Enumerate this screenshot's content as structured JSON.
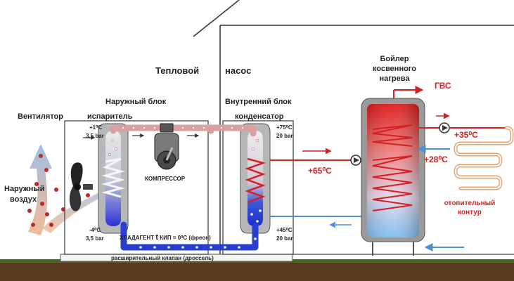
{
  "title_left": "Тепловой",
  "title_right": "насос",
  "outdoor_unit": {
    "title": "Наружный блок",
    "evaporator": "испаритель",
    "top_temp": "+1⁰С",
    "top_pressure": "3,5 bar",
    "bottom_temp": "-4⁰С",
    "bottom_pressure": "3,5 bar"
  },
  "indoor_unit": {
    "title": "Внутренний блок",
    "condenser": "конденсатор",
    "top_temp": "+75⁰С",
    "top_pressure": "20 bar",
    "bottom_temp": "+45⁰С",
    "bottom_pressure": "20 bar"
  },
  "fan_label": "Вентилятор",
  "outdoor_air_line1": "Наружный",
  "outdoor_air_line2": "воздух",
  "compressor": "КОМПРЕССОР",
  "refrigerant": "ХЛАДАГЕНТ",
  "refrigerant_boil": "t",
  "refrigerant_rest": "КИП = 0⁰С (фреон)",
  "expansion_valve": "расширительный клапан (дроссель)",
  "boiler_line1": "Бойлер",
  "boiler_line2": "косвенного",
  "boiler_line3": "нагрева",
  "hot_water": "ГВС",
  "supply_temp": "+65⁰С",
  "heating_supply_temp": "+35⁰С",
  "heating_return_temp": "+28⁰С",
  "heating_circuit_line1": "отопительный",
  "heating_circuit_line2": "контур",
  "colors": {
    "hot": "#d42020",
    "cold": "#2a3fd0",
    "water_cold": "#4a90d8",
    "ground": "#5a3a1e",
    "grass": "#3f6d1e"
  }
}
